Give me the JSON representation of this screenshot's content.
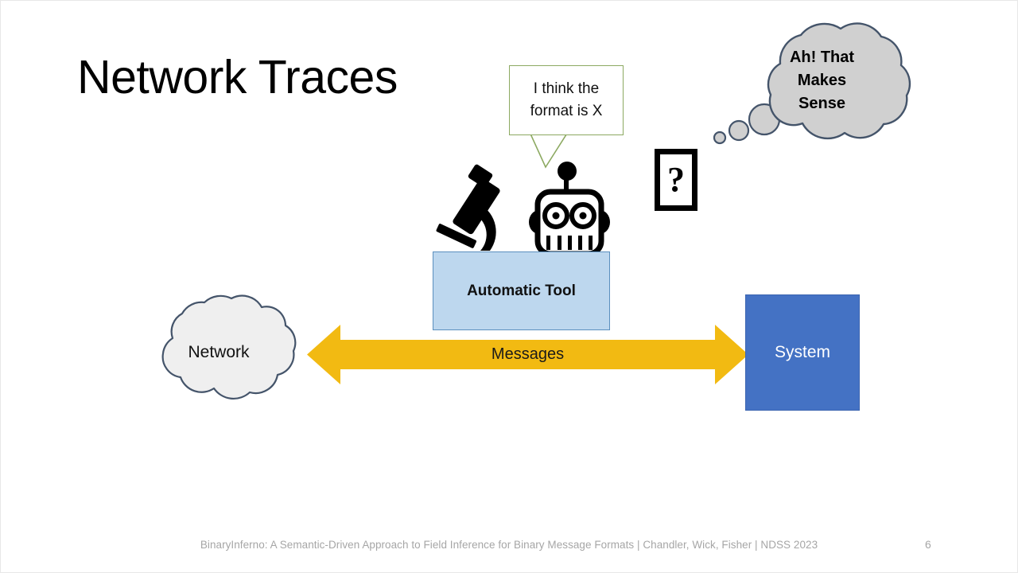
{
  "slide": {
    "title": "Network Traces",
    "background_color": "#ffffff"
  },
  "speech_bubble": {
    "line1": "I think the",
    "line2": "format is X",
    "border_color": "#8ca961",
    "fill_color": "#ffffff"
  },
  "thought_cloud": {
    "line1": "Ah! That",
    "line2": "Makes",
    "line3": "Sense",
    "fill_color": "#d0d0d0",
    "outline_color": "#44546a"
  },
  "question_marker": {
    "symbol": "?"
  },
  "automatic_tool": {
    "label": "Automatic Tool",
    "fill_color": "#bdd7ee",
    "border_color": "#5b8fbe"
  },
  "network": {
    "label": "Network",
    "fill_color": "#efefef",
    "outline_color": "#44546a"
  },
  "system": {
    "label": "System",
    "fill_color": "#4472c4",
    "text_color": "#ffffff"
  },
  "messages_arrow": {
    "label": "Messages",
    "fill_color": "#f2ba12",
    "direction": "bidirectional"
  },
  "icons": {
    "microscope": "microscope-icon",
    "robot": "robot-icon"
  },
  "footer": {
    "citation": "BinaryInferno: A Semantic-Driven Approach to Field Inference for Binary Message Formats | Chandler, Wick, Fisher | NDSS 2023",
    "page_number": "6",
    "text_color": "#a6a6a6"
  }
}
